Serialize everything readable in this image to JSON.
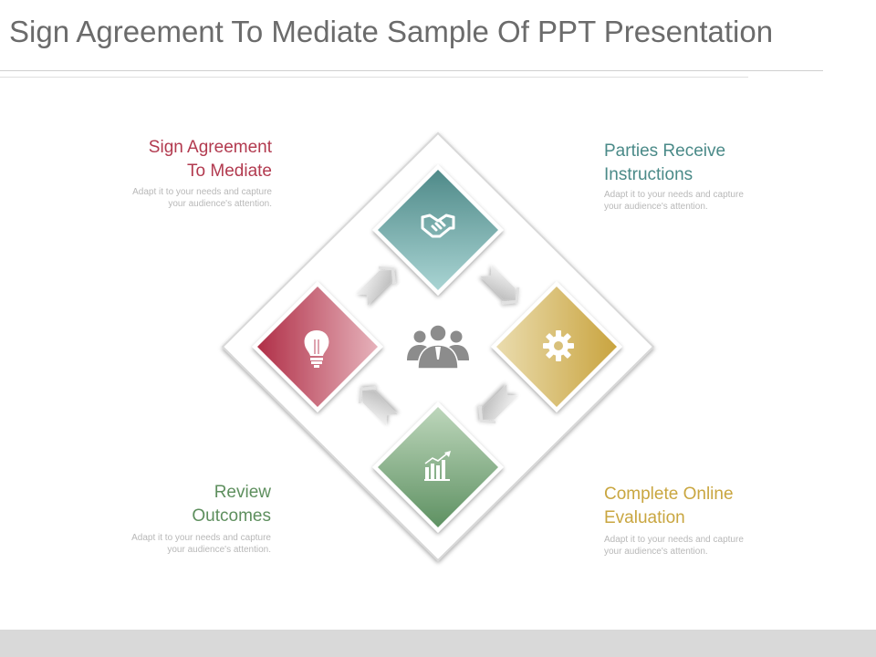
{
  "slide": {
    "title": "Sign Agreement To Mediate Sample Of PPT Presentation"
  },
  "items": [
    {
      "heading": "Sign Agreement\nTo Mediate",
      "description": "Adapt it to your needs and capture\nyour audience's attention.",
      "color": "#b23a4f",
      "icon": "lightbulb-icon"
    },
    {
      "heading": "Parties Receive\nInstructions",
      "description": "Adapt it to your needs and capture\nyour audience's attention.",
      "color": "#4a8a88",
      "icon": "handshake-icon"
    },
    {
      "heading": "Complete  Online\nEvaluation",
      "description": "Adapt it to your needs and capture\nyour audience's attention.",
      "color": "#c9a640",
      "icon": "gear-icon"
    },
    {
      "heading": "Review\nOutcomes",
      "description": "Adapt it to your needs and capture\nyour audience's attention.",
      "color": "#5e8f5e",
      "icon": "bar-chart-icon"
    }
  ],
  "center": {
    "icon": "people-group-icon"
  }
}
